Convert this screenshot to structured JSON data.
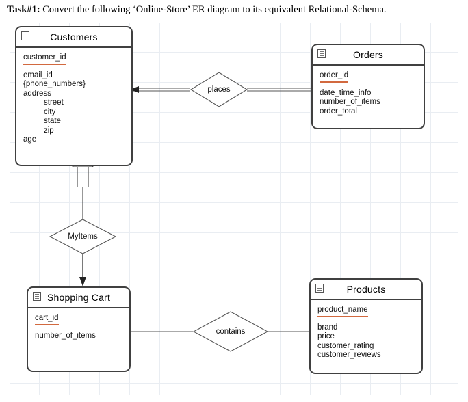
{
  "task": {
    "label": "Task#1:",
    "text": " Convert the following ‘Online-Store’ ER diagram to its equivalent Relational-Schema."
  },
  "colors": {
    "key_underline": "#d2693f",
    "entity_border": "#404040",
    "grid_line": "#e9edf2",
    "connector": "#555555"
  },
  "entities": [
    {
      "id": "customers",
      "title": "Customers",
      "key": "customer_id",
      "attributes": [
        "email_id",
        "{phone_numbers}",
        "address",
        "street",
        "city",
        "state",
        "zip",
        "age"
      ]
    },
    {
      "id": "orders",
      "title": "Orders",
      "key": "order_id",
      "attributes": [
        "date_time_info",
        "number_of_items",
        "order_total"
      ]
    },
    {
      "id": "shopping_cart",
      "title": "Shopping Cart",
      "key": "cart_id",
      "attributes": [
        "number_of_items"
      ]
    },
    {
      "id": "products",
      "title": "Products",
      "key": "product_name",
      "attributes": [
        "brand",
        "price",
        "customer_rating",
        "customer_reviews"
      ]
    }
  ],
  "relationships": [
    {
      "id": "places",
      "label": "places"
    },
    {
      "id": "myitems",
      "label": "MyItems"
    },
    {
      "id": "contains",
      "label": "contains"
    }
  ]
}
